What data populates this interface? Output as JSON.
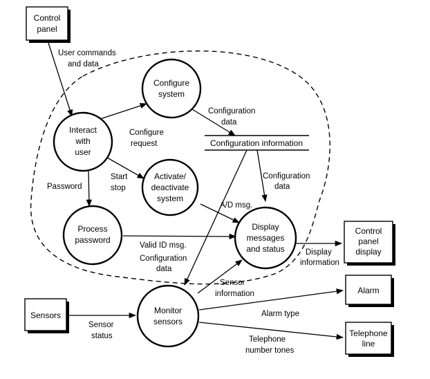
{
  "external_entities": {
    "control_panel": [
      "Control",
      "panel"
    ],
    "control_panel_display": [
      "Control",
      "panel",
      "display"
    ],
    "sensors": [
      "Sensors"
    ],
    "alarm": [
      "Alarm"
    ],
    "telephone_line": [
      "Telephone",
      "line"
    ]
  },
  "processes": {
    "interact_with_user": [
      "Interact",
      "with",
      "user"
    ],
    "configure_system": [
      "Configure",
      "system"
    ],
    "activate_deactivate_system": [
      "Activate/",
      "deactivate",
      "system"
    ],
    "process_password": [
      "Process",
      "password"
    ],
    "display_messages_and_status": [
      "Display",
      "messages",
      "and status"
    ],
    "monitor_sensors": [
      "Monitor",
      "sensors"
    ]
  },
  "data_store": {
    "configuration_information": "Configuration information"
  },
  "flows": {
    "user_commands_and_data": [
      "User commands",
      "and data"
    ],
    "configure_request": [
      "Configure",
      "request"
    ],
    "configuration_data_to_store": [
      "Configuration",
      "data"
    ],
    "configuration_data_to_display": [
      "Configuration",
      "data"
    ],
    "start_stop": [
      "Start",
      "stop"
    ],
    "password": [
      "Password"
    ],
    "a_d_msg": [
      "A/D msg."
    ],
    "valid_id_msg": [
      "Valid ID msg."
    ],
    "configuration_data_to_monitor": [
      "Configuration",
      "data"
    ],
    "display_information": [
      "Display",
      "information"
    ],
    "sensor_information": [
      "Sensor",
      "information"
    ],
    "sensor_status": [
      "Sensor",
      "status"
    ],
    "alarm_type": [
      "Alarm type"
    ],
    "telephone_number_tones": [
      "Telephone",
      "number tones"
    ]
  }
}
